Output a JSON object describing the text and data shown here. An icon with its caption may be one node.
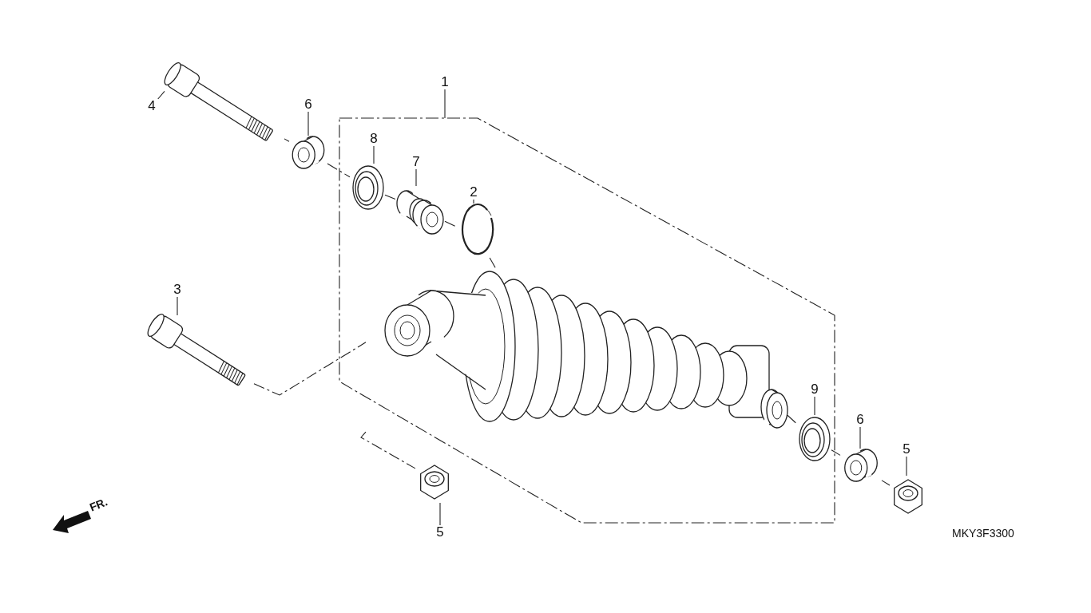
{
  "diagram": {
    "nodes": [
      {
        "text": [
          "4"
        ]
      },
      {
        "text": [],
        "shape": "picture"
      },
      {
        "text": [
          "6"
        ]
      },
      {
        "text": [],
        "shape": "picture"
      },
      {
        "text": [
          "1"
        ]
      },
      {
        "text": [],
        "shape": "box"
      },
      {
        "text": [
          "8"
        ],
        "in": 5
      },
      {
        "text": [
          "7"
        ],
        "in": 5
      },
      {
        "text": [
          "2"
        ],
        "in": 5
      },
      {
        "text": [],
        "shape": "picture",
        "in": 5
      },
      {
        "text": [],
        "shape": "picture",
        "in": 5
      },
      {
        "text": [],
        "shape": "picture",
        "in": 5
      },
      {
        "text": [],
        "shape": "picture",
        "in": 5
      },
      {
        "text": [
          "9"
        ],
        "in": 5
      },
      {
        "text": [],
        "shape": "picture",
        "in": 5
      },
      {
        "text": [
          "3"
        ]
      },
      {
        "text": [],
        "shape": "picture"
      },
      {
        "text": [
          "6"
        ]
      },
      {
        "text": [],
        "shape": "picture"
      },
      {
        "text": [
          "5"
        ]
      },
      {
        "text": [],
        "shape": "picture"
      },
      {
        "text": [],
        "shape": "picture"
      },
      {
        "text": [
          "5"
        ]
      }
    ],
    "edges": [
      {
        "from": 0,
        "to": 1,
        "arrow": "none"
      },
      {
        "from": 2,
        "to": 3,
        "arrow": "none"
      },
      {
        "from": 4,
        "to": 5,
        "arrow": "none"
      },
      {
        "from": 6,
        "to": 9,
        "arrow": "none"
      },
      {
        "from": 7,
        "to": 10,
        "arrow": "none"
      },
      {
        "from": 8,
        "to": 11,
        "arrow": "none"
      },
      {
        "from": 13,
        "to": 14,
        "arrow": "none"
      },
      {
        "from": 15,
        "to": 16,
        "arrow": "none"
      },
      {
        "from": 17,
        "to": 18,
        "arrow": "none"
      },
      {
        "from": 19,
        "to": 20,
        "arrow": "none"
      },
      {
        "from": 22,
        "to": 21,
        "arrow": "none"
      },
      {
        "from": 1,
        "to": 3,
        "arrow": "none",
        "style": "dashed"
      },
      {
        "from": 3,
        "to": 9,
        "arrow": "none",
        "style": "dashed"
      },
      {
        "from": 9,
        "to": 10,
        "arrow": "none",
        "style": "dashed"
      },
      {
        "from": 10,
        "to": 11,
        "arrow": "none",
        "style": "dashed"
      },
      {
        "from": 11,
        "to": 12,
        "arrow": "none",
        "style": "dashed"
      },
      {
        "from": 16,
        "to": 12,
        "arrow": "none",
        "style": "dashed"
      },
      {
        "from": 12,
        "to": 21,
        "arrow": "none",
        "style": "dashed"
      },
      {
        "from": 12,
        "to": 14,
        "arrow": "none",
        "style": "dashed"
      },
      {
        "from": 14,
        "to": 18,
        "arrow": "none",
        "style": "dashed"
      },
      {
        "from": 18,
        "to": 20,
        "arrow": "none",
        "style": "dashed"
      }
    ],
    "labels": [
      "FR.",
      "MKY3F3300"
    ]
  }
}
